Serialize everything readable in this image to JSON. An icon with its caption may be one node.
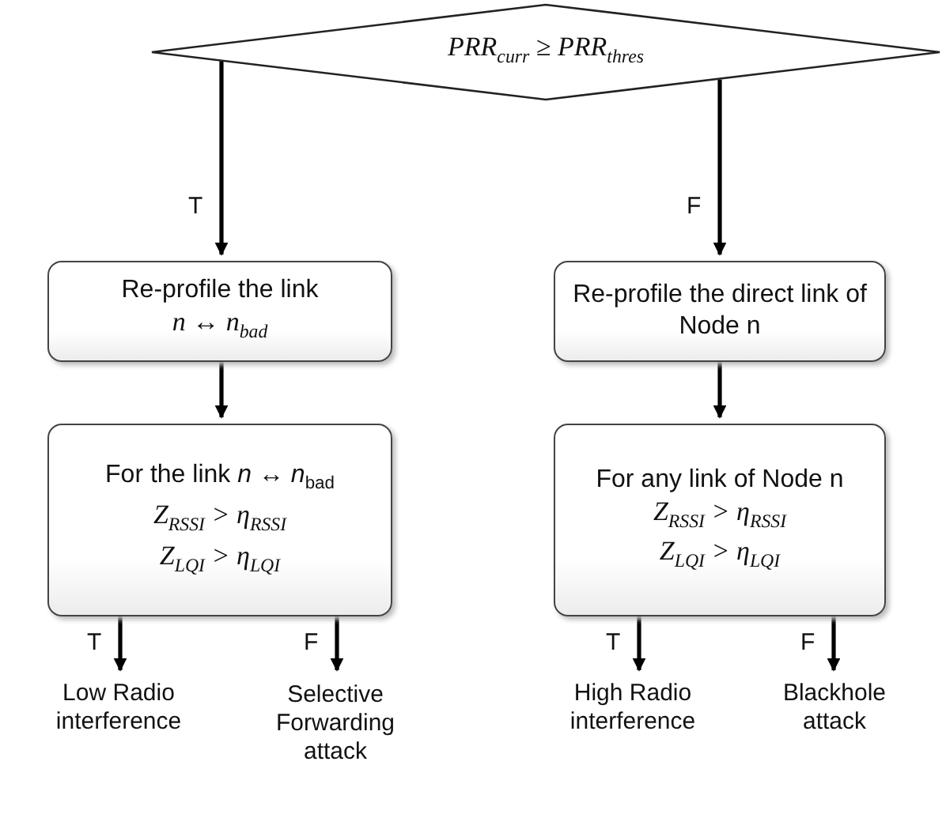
{
  "diagram": {
    "nodes": [
      {
        "text": [
          "PRR$_{curr}$ ≥ PRR$_{thres}$"
        ]
      },
      {
        "text": [
          "Re-profile the link",
          "n ↔ n$_{bad}$"
        ]
      },
      {
        "text": [
          "Re-profile the direct link of Node n"
        ]
      },
      {
        "text": [
          "For the link *n* ↔ *n*$_{bad}$",
          "Z$_{RSSI}$ > η$_{RSSI}$",
          "Z$_{LQI}$ > η$_{LQI}$"
        ]
      },
      {
        "text": [
          "For any link of Node n",
          "Z$_{RSSI}$ > η$_{RSSI}$",
          "Z$_{LQI}$ > η$_{LQI}$"
        ]
      },
      {
        "text": [
          "Low Radio interference"
        ]
      },
      {
        "text": [
          "Selective Forwarding attack"
        ]
      },
      {
        "text": [
          "High Radio interference"
        ]
      },
      {
        "text": [
          "Blackhole attack"
        ]
      }
    ],
    "edges": [
      {
        "from": 0,
        "to": 1,
        "arrow": "to",
        "label": "T"
      },
      {
        "from": 0,
        "to": 2,
        "arrow": "to",
        "label": "F"
      },
      {
        "from": 1,
        "to": 3,
        "arrow": "to"
      },
      {
        "from": 2,
        "to": 4,
        "arrow": "to"
      },
      {
        "from": 3,
        "to": 5,
        "arrow": "to",
        "label": "T"
      },
      {
        "from": 3,
        "to": 6,
        "arrow": "to",
        "label": "F"
      },
      {
        "from": 4,
        "to": 7,
        "arrow": "to",
        "label": "T"
      },
      {
        "from": 4,
        "to": 8,
        "arrow": "to",
        "label": "F"
      }
    ]
  }
}
